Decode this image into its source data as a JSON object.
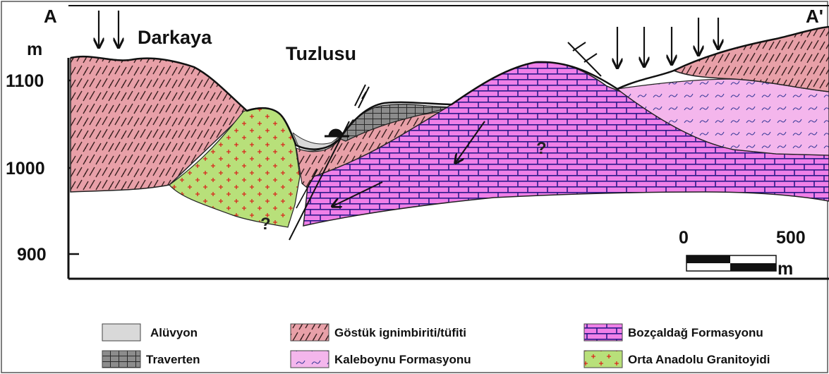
{
  "section": {
    "start_label": "A",
    "end_label": "A'",
    "unit_label": "m",
    "place_labels": [
      "Darkaya",
      "Tuzlusu"
    ],
    "unknown_marker": "?",
    "y_ticks": [
      "1100",
      "1000",
      "900"
    ]
  },
  "scale_bar": {
    "start": "0",
    "end": "500",
    "unit": "m"
  },
  "legend": [
    {
      "label": "Alüvyon",
      "pattern": "alluvium",
      "color": "#d9d9d9"
    },
    {
      "label": "Göstük ignimbiriti/tüfiti",
      "pattern": "ignimbrite",
      "color": "#e8a0a8"
    },
    {
      "label": "Bozçaldağ Formasyonu",
      "pattern": "limestone",
      "color": "#f080e8"
    },
    {
      "label": "Traverten",
      "pattern": "travertine",
      "color": "#8c8c8c"
    },
    {
      "label": "Kaleboynu Formasyonu",
      "pattern": "kaleboynu",
      "color": "#f4b6ec"
    },
    {
      "label": "Orta Anadolu Granitoyidi",
      "pattern": "granite",
      "color": "#b8e07a"
    }
  ]
}
